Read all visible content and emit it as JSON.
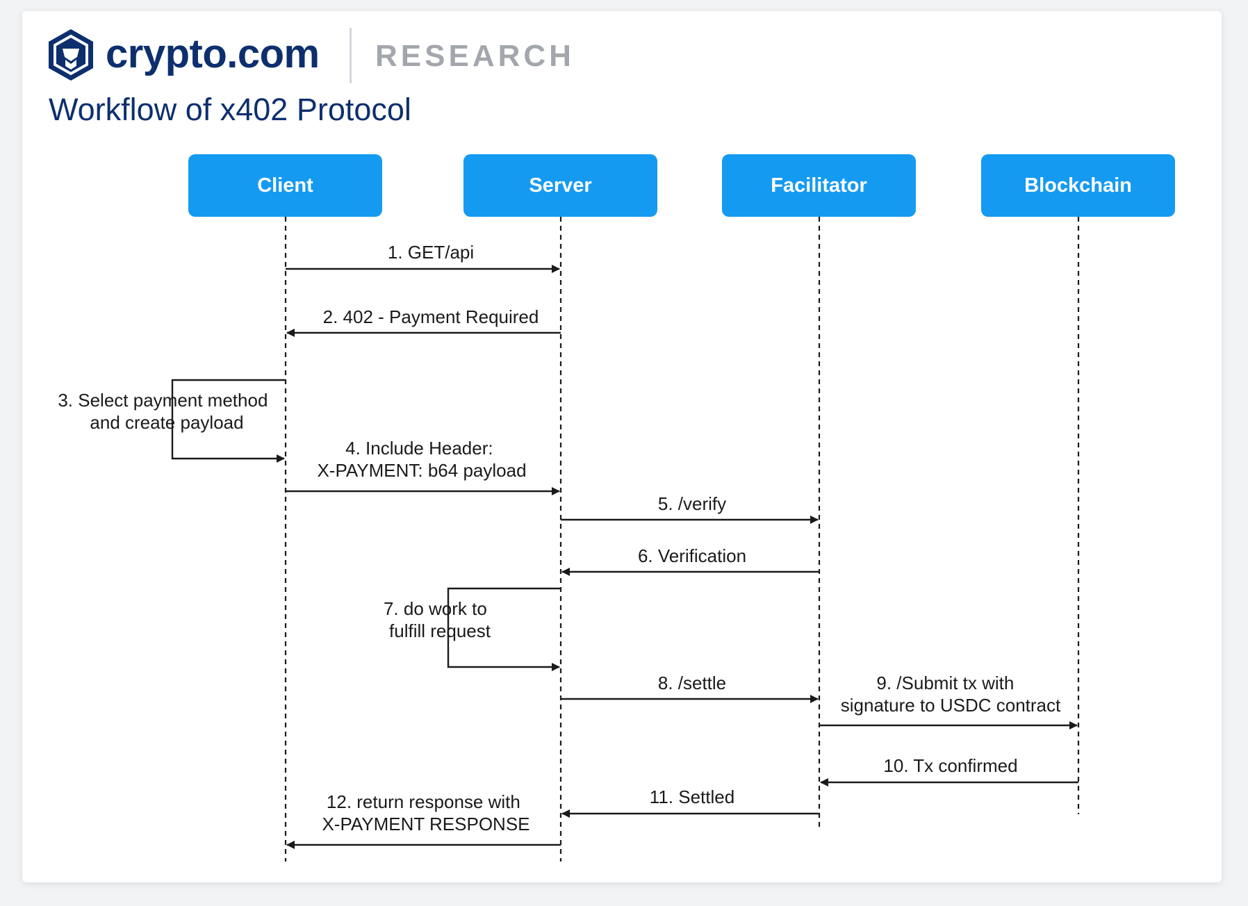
{
  "header": {
    "brand": "crypto.com",
    "section": "RESEARCH",
    "title": "Workflow of x402 Protocol"
  },
  "actors": [
    "Client",
    "Server",
    "Facilitator",
    "Blockchain"
  ],
  "steps": [
    {
      "id": "1",
      "from": "Client",
      "to": "Server",
      "lines": [
        "1. GET/api"
      ]
    },
    {
      "id": "2",
      "from": "Server",
      "to": "Client",
      "lines": [
        "2. 402 - Payment Required"
      ]
    },
    {
      "id": "3",
      "from": "Client",
      "to": "Client",
      "lines": [
        "3.  Select payment method",
        "and create payload"
      ]
    },
    {
      "id": "4",
      "from": "Client",
      "to": "Server",
      "lines": [
        "4. Include Header:",
        "X-PAYMENT: b64 payload"
      ]
    },
    {
      "id": "5",
      "from": "Server",
      "to": "Facilitator",
      "lines": [
        "5. /verify"
      ]
    },
    {
      "id": "6",
      "from": "Facilitator",
      "to": "Server",
      "lines": [
        "6. Verification"
      ]
    },
    {
      "id": "7",
      "from": "Server",
      "to": "Server",
      "lines": [
        "7. do work to",
        "fulfill request"
      ]
    },
    {
      "id": "8",
      "from": "Server",
      "to": "Facilitator",
      "lines": [
        "8. /settle"
      ]
    },
    {
      "id": "9",
      "from": "Facilitator",
      "to": "Blockchain",
      "lines": [
        "9. /Submit tx with",
        "signature to USDC contract"
      ]
    },
    {
      "id": "10",
      "from": "Blockchain",
      "to": "Facilitator",
      "lines": [
        "10. Tx confirmed"
      ]
    },
    {
      "id": "11",
      "from": "Facilitator",
      "to": "Server",
      "lines": [
        "11. Settled"
      ]
    },
    {
      "id": "12",
      "from": "Server",
      "to": "Client",
      "lines": [
        "12. return response with",
        "X-PAYMENT RESPONSE"
      ]
    }
  ],
  "colors": {
    "brand": "#0d2f6e",
    "actor_fill": "#159af2",
    "line": "#1a1a1a",
    "muted": "#a3a7ad"
  }
}
